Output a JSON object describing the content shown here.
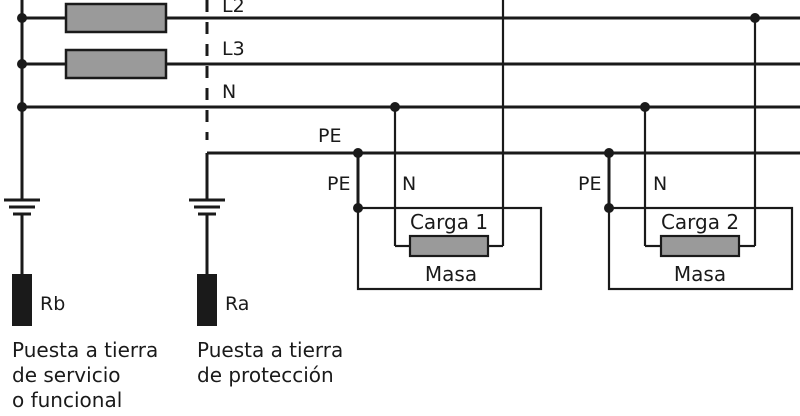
{
  "lines": {
    "l2": "L2",
    "l3": "L3",
    "n": "N"
  },
  "pe_labels": {
    "pe_main": "PE",
    "pe_load1": "PE",
    "pe_load2": "PE"
  },
  "n_labels": {
    "n_load1": "N",
    "n_load2": "N"
  },
  "loads": [
    {
      "name": "Carga 1",
      "mass": "Masa"
    },
    {
      "name": "Carga 2",
      "mass": "Masa"
    }
  ],
  "resistors": {
    "rb": "Rb",
    "ra": "Ra"
  },
  "captions": {
    "service": [
      "Puesta a tierra",
      "de servicio",
      "o funcional"
    ],
    "protection": [
      "Puesta a tierra",
      "de protección"
    ]
  }
}
